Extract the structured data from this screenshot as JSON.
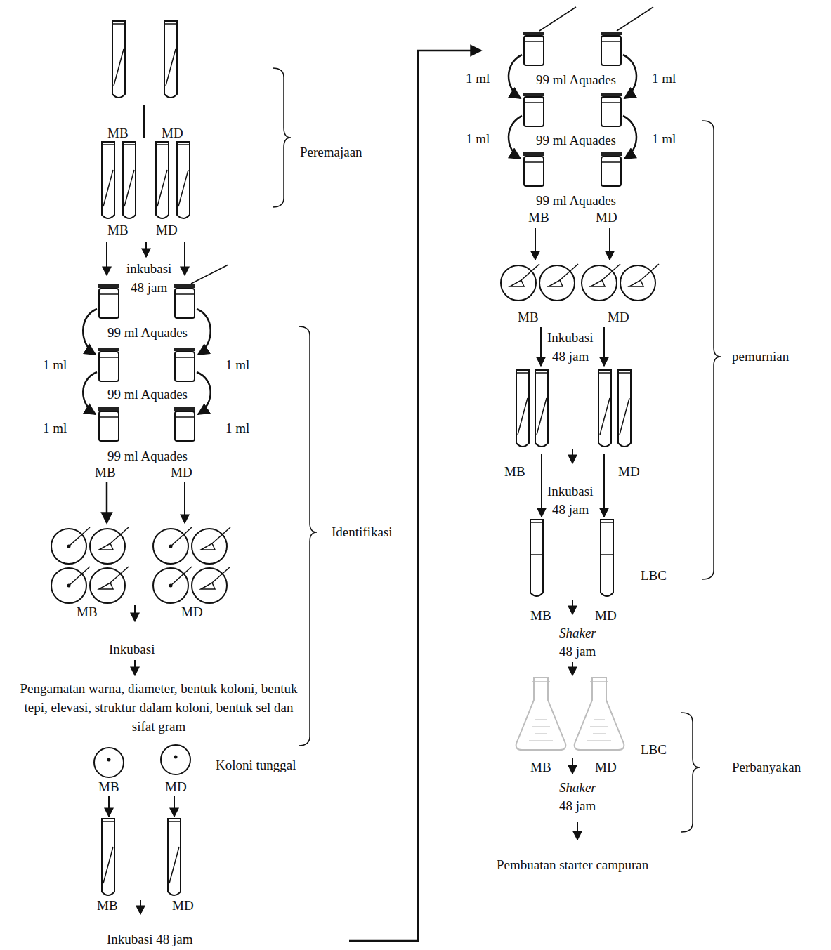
{
  "diagram": {
    "labels": [
      "MB",
      "MD",
      "Peremajaan",
      "MB",
      "MD",
      "inkubasi",
      "48 jam",
      "99 ml Aquades",
      "1 ml",
      "1 ml",
      "Identifikasi",
      "99 ml Aquades",
      "1 ml",
      "1 ml",
      "99 ml Aquades",
      "MB",
      "MD",
      "MB",
      "MD",
      "Inkubasi",
      "Pengamatan warna, diameter, bentuk koloni, bentuk tepi, elevasi, struktur dalam koloni, bentuk sel dan sifat gram",
      "Koloni tunggal",
      "MB",
      "MD",
      "MB",
      "MD",
      "Inkubasi 48 jam",
      "99 ml Aquades",
      "1 ml",
      "1 ml",
      "99 ml Aquades",
      "1 ml",
      "1 ml",
      "pemurnian",
      "99 ml Aquades",
      "MB",
      "MD",
      "MB",
      "MD",
      "Inkubasi",
      "48 jam",
      "MB",
      "MD",
      "Inkubasi",
      "48 jam",
      "LBC",
      "MB",
      "MD",
      "Shaker",
      "48 jam",
      "LBC",
      "MB",
      "MD",
      "Shaker",
      "48 jam",
      "Perbanyakan",
      "Pembuatan starter campuran"
    ]
  }
}
